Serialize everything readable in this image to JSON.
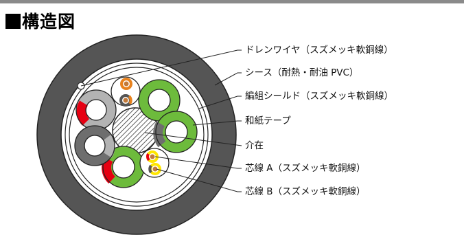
{
  "heading": {
    "text": "構造図"
  },
  "labels": [
    {
      "id": "drain-wire",
      "text": "ドレンワイヤ（スズメッキ軟銅線）"
    },
    {
      "id": "sheath",
      "text": "シース（耐熱・耐油 PVC）"
    },
    {
      "id": "braid-shield",
      "text": "編組シールド（スズメッキ軟銅線）"
    },
    {
      "id": "paper-tape",
      "text": "和紙テープ"
    },
    {
      "id": "filler",
      "text": "介在"
    },
    {
      "id": "core-a",
      "text": "芯線 A（スズメッキ軟銅線）"
    },
    {
      "id": "core-b",
      "text": "芯線 B（スズメッキ軟銅線）"
    }
  ],
  "colors": {
    "sheath": "#555555",
    "green": "#6dbb3c",
    "gray": "#b3b3b3",
    "dark_gray": "#6e6e6e",
    "red": "#e60012",
    "orange": "#e8821e",
    "yellow": "#ffe600",
    "copper": "#c27a3a"
  }
}
